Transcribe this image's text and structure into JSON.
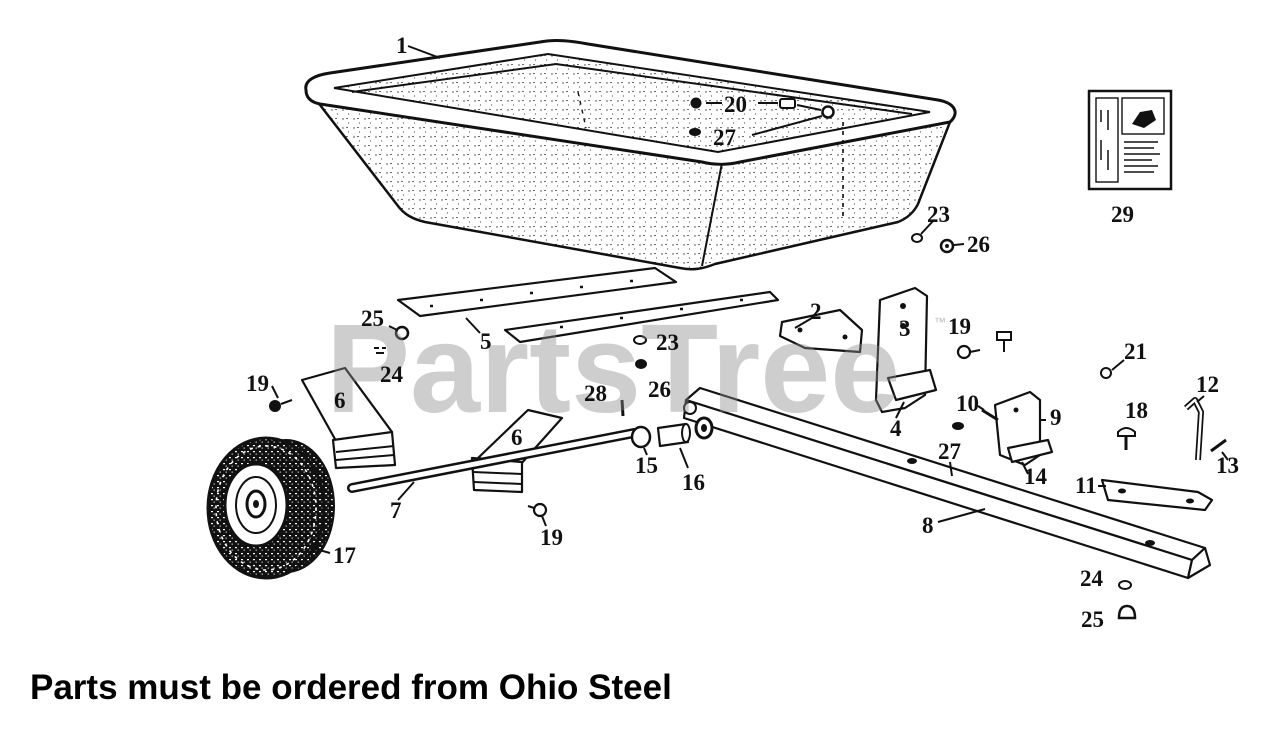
{
  "diagram": {
    "callouts": [
      "1",
      "20",
      "27",
      "23",
      "26",
      "29",
      "2",
      "3",
      "19",
      "25",
      "5",
      "23",
      "24",
      "26",
      "19",
      "6",
      "28",
      "21",
      "12",
      "10",
      "9",
      "18",
      "4",
      "27",
      "14",
      "13",
      "6",
      "15",
      "16",
      "11",
      "7",
      "8",
      "19",
      "17",
      "24",
      "25"
    ]
  },
  "watermark": {
    "text": "PartsTree",
    "mark": "™"
  },
  "footer": {
    "note": "Parts must be ordered from Ohio Steel"
  }
}
